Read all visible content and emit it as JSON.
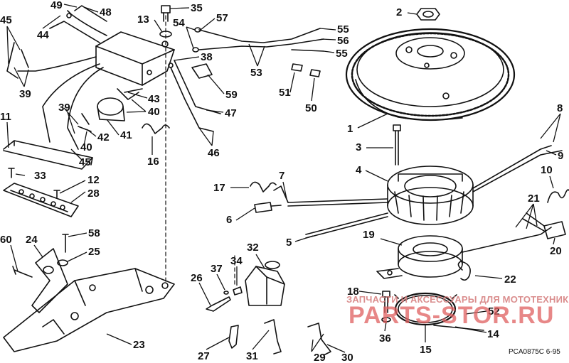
{
  "labels": {
    "n1": "1",
    "n2": "2",
    "n3": "3",
    "n4": "4",
    "n5": "5",
    "n6": "6",
    "n7": "7",
    "n8": "8",
    "n9": "9",
    "n10": "10",
    "n11": "11",
    "n12": "12",
    "n13": "13",
    "n14": "14",
    "n15": "15",
    "n16": "16",
    "n17": "17",
    "n18": "18",
    "n19": "19",
    "n20": "20",
    "n21": "21",
    "n22": "22",
    "n23": "23",
    "n24": "24",
    "n25": "25",
    "n26": "26",
    "n27": "27",
    "n28": "28",
    "n29": "29",
    "n30": "30",
    "n31": "31",
    "n32": "32",
    "n33": "33",
    "n34": "34",
    "n35": "35",
    "n36": "36",
    "n37": "37",
    "n38": "38",
    "n39": "39",
    "n40": "40",
    "n41": "41",
    "n42": "42",
    "n43": "43",
    "n44": "44",
    "n45": "45",
    "n46": "46",
    "n47": "47",
    "n48": "48",
    "n49": "49",
    "n50": "50",
    "n51": "51",
    "n52": "52",
    "n53": "53",
    "n54": "54",
    "n55": "55",
    "n56": "56",
    "n57": "57",
    "n58": "58",
    "n59": "59",
    "n60": "60"
  },
  "watermark": {
    "line1": "ЗАПЧАСТИ И АКСЕССУАРЫ ДЛЯ МОТОТЕХНИКИ",
    "line2": "PARTS-STOR.RU"
  },
  "drawing_code": "PCA0875C  6-95",
  "colors": {
    "line": "#111111",
    "watermark": "#e06060"
  }
}
